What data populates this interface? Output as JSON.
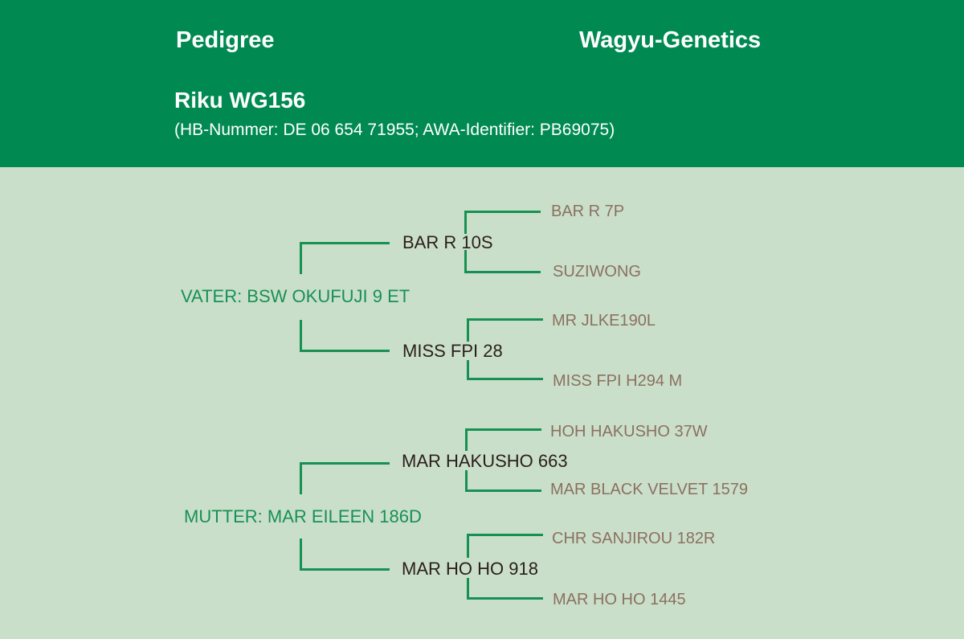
{
  "header": {
    "section_label": "Pedigree",
    "brand": "Wagyu-Genetics",
    "animal_name": "Riku WG156",
    "identifiers": "(HB-Nummer:  DE 06 654 71955; AWA-Identifier: PB69075)"
  },
  "colors": {
    "header_bg": "#008a51",
    "page_bg": "#cadfca",
    "line": "#179153",
    "parent_text": "#179153",
    "grandparent_text": "#2a1f1a",
    "great_grandparent_text": "#8b7060"
  },
  "pedigree": {
    "sire": {
      "label": "VATER: BSW OKUFUJI 9 ET",
      "sire": {
        "name": "BAR R 10S",
        "sire": "BAR R 7P",
        "dam": "SUZIWONG"
      },
      "dam": {
        "name": "MISS FPI 28",
        "sire": "MR JLKE190L",
        "dam": "MISS FPI H294 M"
      }
    },
    "dam": {
      "label": "MUTTER: MAR EILEEN 186D",
      "sire": {
        "name": "MAR HAKUSHO 663",
        "sire": "HOH HAKUSHO 37W",
        "dam": "MAR BLACK VELVET 1579"
      },
      "dam": {
        "name": "MAR HO HO 918",
        "sire": "CHR SANJIROU 182R",
        "dam": "MAR HO HO 1445"
      }
    }
  }
}
